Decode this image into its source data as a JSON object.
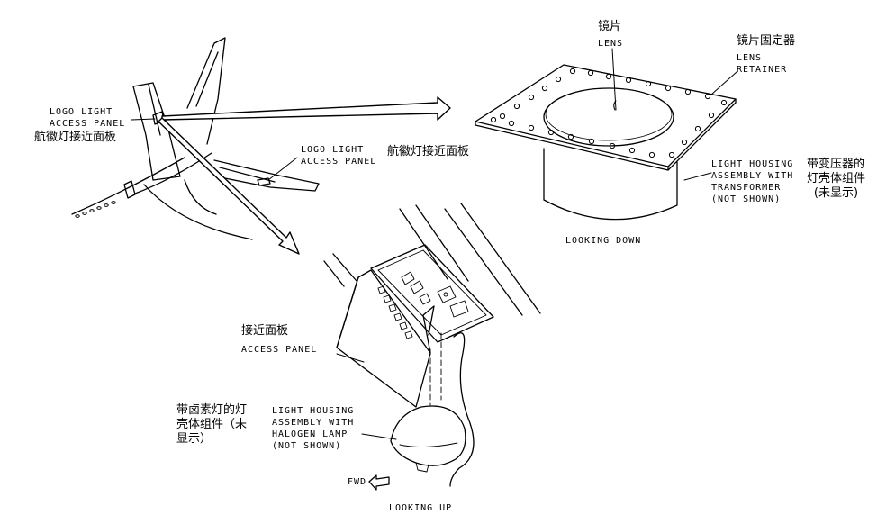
{
  "labels": {
    "logo_panel_left_en": "LOGO LIGHT\nACCESS PANEL",
    "logo_panel_left_cn": "航徽灯接近面板",
    "logo_panel_stab_en": "LOGO LIGHT\nACCESS PANEL",
    "logo_panel_stab_cn": "航徽灯接近面板",
    "lens_cn": "镜片",
    "lens_en": "LENS",
    "lens_retainer_cn": "镜片固定器",
    "lens_retainer_en": "LENS\nRETAINER",
    "housing_transformer_en": "LIGHT HOUSING\nASSEMBLY WITH\nTRANSFORMER\n(NOT SHOWN)",
    "housing_transformer_cn": "带变压器的\n灯壳体组件\n(未显示)",
    "looking_down": "LOOKING DOWN",
    "access_panel_cn": "接近面板",
    "access_panel_en": "ACCESS PANEL",
    "housing_halogen_cn": "带卤素灯的灯\n壳体组件（未\n显示）",
    "housing_halogen_en": "LIGHT HOUSING\nASSEMBLY WITH\nHALOGEN LAMP\n(NOT SHOWN)",
    "fwd": "FWD",
    "looking_up": "LOOKING UP"
  },
  "colors": {
    "line": "#000000",
    "background": "#ffffff"
  }
}
